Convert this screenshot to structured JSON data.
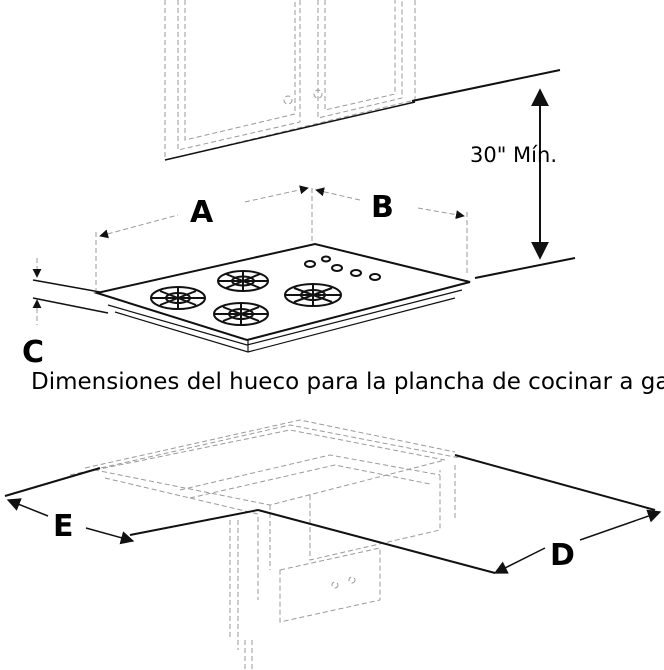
{
  "labels": {
    "a": "A",
    "b": "B",
    "c": "C",
    "d": "D",
    "e": "E",
    "min_height": "30\" Mín.",
    "caption": "Dimensiones del hueco para la plancha de cocinar a gas"
  },
  "colors": {
    "line": "#111111",
    "faint": "#9a9a9a"
  }
}
